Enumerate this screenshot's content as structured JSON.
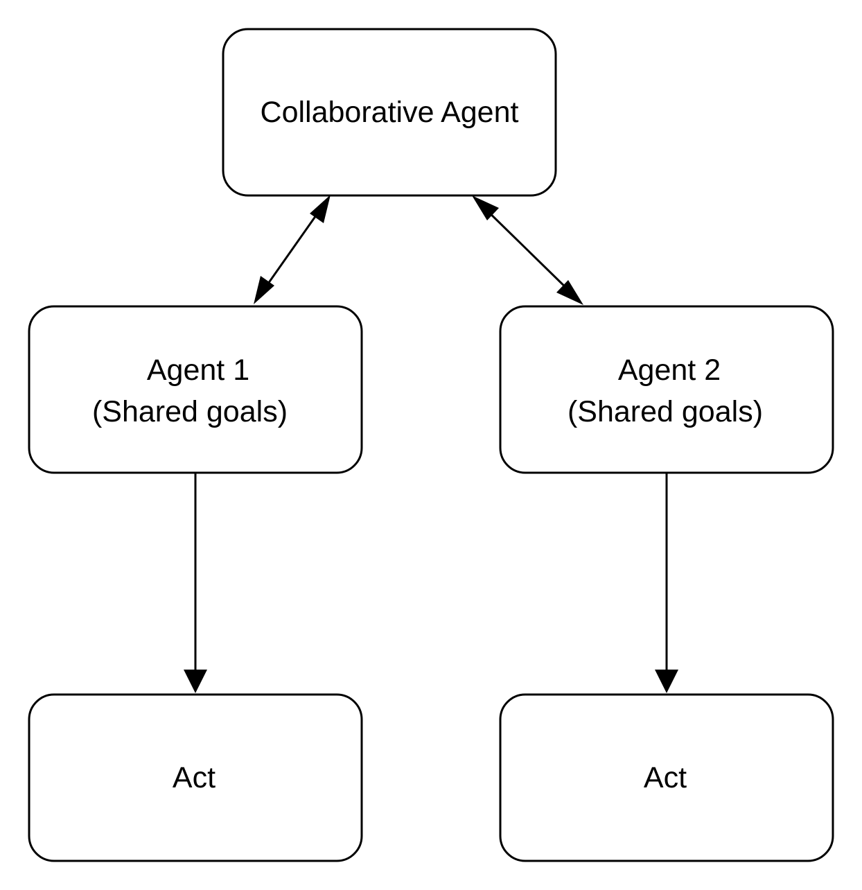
{
  "diagram": {
    "nodes": {
      "collaborative": {
        "line1": "Collaborative Agent"
      },
      "agent1": {
        "line1": "Agent 1",
        "line2": "(Shared goals)"
      },
      "agent2": {
        "line1": "Agent 2",
        "line2": "(Shared goals)"
      },
      "act1": {
        "line1": "Act"
      },
      "act2": {
        "line1": "Act"
      }
    },
    "edges": [
      {
        "from": "collaborative",
        "to": "agent1",
        "direction": "bidirectional"
      },
      {
        "from": "collaborative",
        "to": "agent2",
        "direction": "bidirectional"
      },
      {
        "from": "agent1",
        "to": "act1",
        "direction": "forward"
      },
      {
        "from": "agent2",
        "to": "act2",
        "direction": "forward"
      }
    ]
  }
}
